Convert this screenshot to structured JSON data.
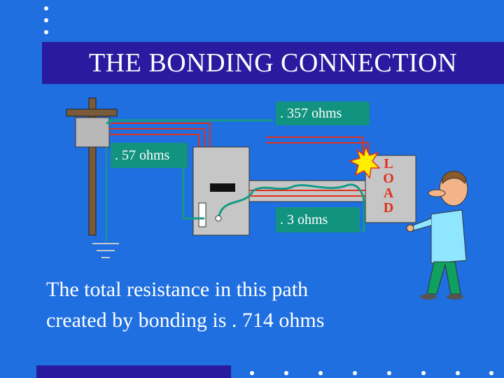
{
  "slide": {
    "title": "THE BONDING CONNECTION",
    "labels": {
      "top": ". 357 ohms",
      "left": ". 57 ohms",
      "bottom": ". 3 ohms"
    },
    "load_letters": [
      "L",
      "O",
      "A",
      "D"
    ],
    "caption_lines": [
      "The total resistance in this path",
      "created by bonding is . 714 ohms"
    ]
  },
  "colors": {
    "background": "#1f6fe0",
    "title_bar": "#2a1aa0",
    "label_box": "#12937f",
    "wire_red": "#e0301c",
    "bond_wire": "#149a86"
  },
  "icons": [
    "utility-pole-icon",
    "ground-symbol-icon",
    "spark-icon",
    "pointing-man-icon"
  ]
}
